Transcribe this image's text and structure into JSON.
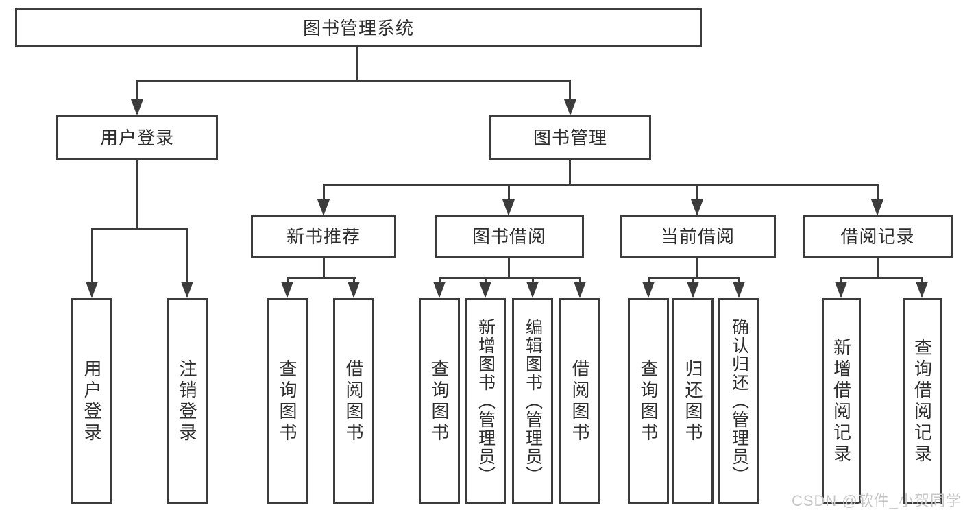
{
  "diagram_type": "hierarchy-tree",
  "tree": {
    "root": {
      "label": "图书管理系统",
      "children": [
        {
          "label": "用户登录",
          "children": [
            {
              "label": "用户登录"
            },
            {
              "label": "注销登录"
            }
          ]
        },
        {
          "label": "图书管理",
          "children": [
            {
              "label": "新书推荐",
              "children": [
                {
                  "label": "查询图书"
                },
                {
                  "label": "借阅图书"
                }
              ]
            },
            {
              "label": "图书借阅",
              "children": [
                {
                  "label": "查询图书"
                },
                {
                  "label": "新增图书（管理员）"
                },
                {
                  "label": "编辑图书（管理员）"
                },
                {
                  "label": "借阅图书"
                }
              ]
            },
            {
              "label": "当前借阅",
              "children": [
                {
                  "label": "查询图书"
                },
                {
                  "label": "归还图书"
                },
                {
                  "label": "确认归还（管理员）"
                }
              ]
            },
            {
              "label": "借阅记录",
              "children": [
                {
                  "label": "新增借阅记录"
                },
                {
                  "label": "查询借阅记录"
                }
              ]
            }
          ]
        }
      ]
    }
  },
  "watermark": {
    "text": "CSDN @软件_小贺同学"
  },
  "colors": {
    "line": "#3c3c3c",
    "text": "#2d2d2d",
    "watermark": "#c6c6c6",
    "background": "#ffffff"
  }
}
